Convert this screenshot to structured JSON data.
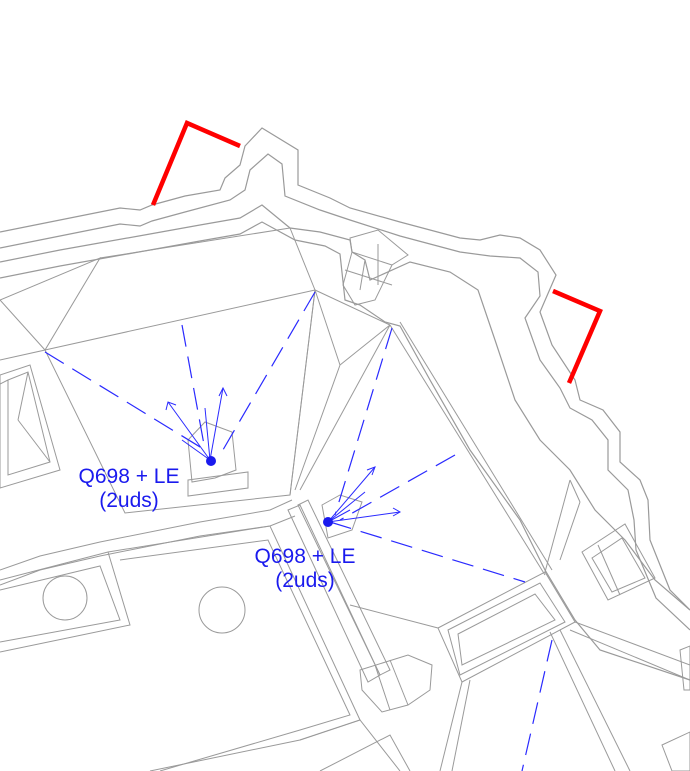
{
  "colors": {
    "background": "#ffffff",
    "walls": "#9a9a9a",
    "marker": "#ff0000",
    "fixture": "#2a2aff",
    "label": "#1a1aee"
  },
  "fixtures": [
    {
      "model": "Q698 + LE",
      "quantity": "(2uds)"
    },
    {
      "model": "Q698 + LE",
      "quantity": "(2uds)"
    }
  ]
}
